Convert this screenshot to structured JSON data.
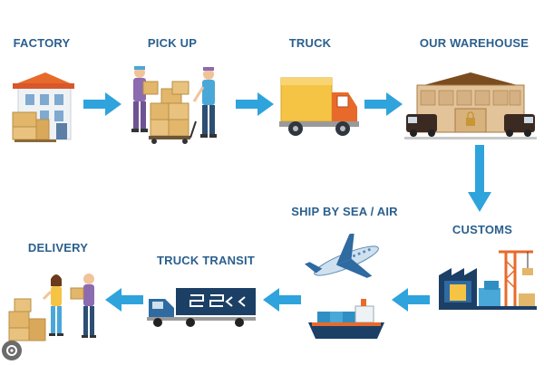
{
  "colors": {
    "label": "#2a5f8e",
    "arrow": "#2fa3dc",
    "accent_orange": "#f07f2a",
    "box_tan": "#e2b76c",
    "truck_yellow": "#f6c445",
    "navy": "#1c3f66"
  },
  "stages": [
    {
      "id": "factory",
      "label": "FACTORY",
      "icon": "factory-icon"
    },
    {
      "id": "pickup",
      "label": "PICK UP",
      "icon": "workers-boxes-icon"
    },
    {
      "id": "truck",
      "label": "TRUCK",
      "icon": "truck-icon"
    },
    {
      "id": "warehouse",
      "label": "OUR WAREHOUSE",
      "icon": "warehouse-icon"
    },
    {
      "id": "customs",
      "label": "CUSTOMS",
      "icon": "port-crane-icon"
    },
    {
      "id": "ship",
      "label": "SHIP BY SEA / AIR",
      "icon": "plane-ship-icon"
    },
    {
      "id": "transit",
      "label": "TRUCK TRANSIT",
      "icon": "semi-truck-icon"
    },
    {
      "id": "delivery",
      "label": "DELIVERY",
      "icon": "delivery-people-icon"
    }
  ],
  "flow": [
    {
      "from": "factory",
      "to": "pickup",
      "icon": "arrow-right-icon"
    },
    {
      "from": "pickup",
      "to": "truck",
      "icon": "arrow-right-icon"
    },
    {
      "from": "truck",
      "to": "warehouse",
      "icon": "arrow-right-icon"
    },
    {
      "from": "warehouse",
      "to": "customs",
      "icon": "arrow-down-icon"
    },
    {
      "from": "customs",
      "to": "ship",
      "icon": "arrow-left-icon"
    },
    {
      "from": "ship",
      "to": "transit",
      "icon": "arrow-left-icon"
    },
    {
      "from": "transit",
      "to": "delivery",
      "icon": "arrow-left-icon"
    }
  ]
}
